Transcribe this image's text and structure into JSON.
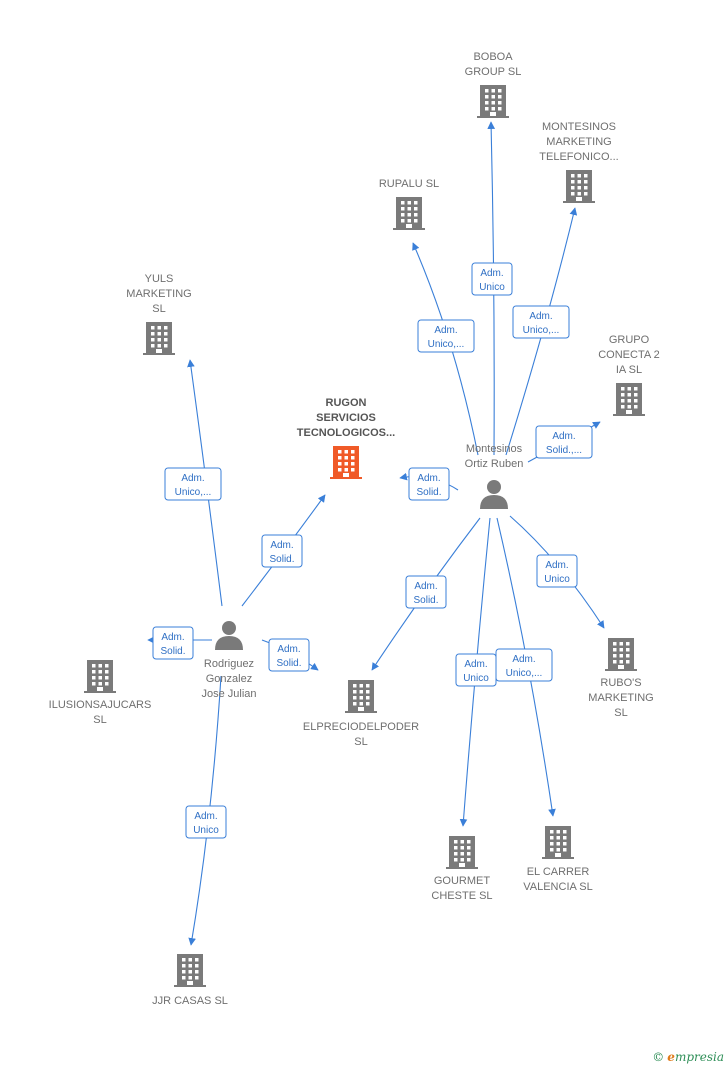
{
  "colors": {
    "company": "#7a7a7a",
    "company_main": "#f05a28",
    "person": "#7a7a7a",
    "edge": "#3a7fd8",
    "label": "#6f6f6f"
  },
  "nodes": [
    {
      "id": "boboa",
      "type": "company",
      "lines": [
        "BOBOA",
        "GROUP  SL"
      ]
    },
    {
      "id": "montesinos_mkt",
      "type": "company",
      "lines": [
        "MONTESINOS",
        "MARKETING",
        "TELEFONICO..."
      ]
    },
    {
      "id": "rupalu",
      "type": "company",
      "lines": [
        "RUPALU  SL"
      ]
    },
    {
      "id": "yuls",
      "type": "company",
      "lines": [
        "YULS",
        "MARKETING",
        "SL"
      ]
    },
    {
      "id": "grupo",
      "type": "company",
      "lines": [
        "GRUPO",
        "CONECTA 2",
        "IA  SL"
      ]
    },
    {
      "id": "rugon",
      "type": "company_main",
      "lines": [
        "RUGON",
        "SERVICIOS",
        "TECNOLOGICOS..."
      ]
    },
    {
      "id": "montesinos_p",
      "type": "person",
      "lines": [
        "Montesinos",
        "Ortiz Ruben"
      ]
    },
    {
      "id": "rodriguez",
      "type": "person",
      "lines": [
        "Rodriguez",
        "Gonzalez",
        "Jose Julian"
      ]
    },
    {
      "id": "ilusion",
      "type": "company",
      "lines": [
        "ILUSIONSAJUCARS",
        "SL"
      ]
    },
    {
      "id": "elprecio",
      "type": "company",
      "lines": [
        "ELPRECIODELPODER",
        "SL"
      ]
    },
    {
      "id": "rubos",
      "type": "company",
      "lines": [
        "RUBO'S",
        "MARKETING",
        "SL"
      ]
    },
    {
      "id": "gourmet",
      "type": "company",
      "lines": [
        "GOURMET",
        "CHESTE  SL"
      ]
    },
    {
      "id": "carrer",
      "type": "company",
      "lines": [
        "EL CARRER",
        "VALENCIA  SL"
      ]
    },
    {
      "id": "jjr",
      "type": "company",
      "lines": [
        "JJR CASAS  SL"
      ]
    }
  ],
  "edges": [
    {
      "from": "montesinos_p",
      "to": "boboa",
      "lines": [
        "Adm.",
        "Unico"
      ]
    },
    {
      "from": "montesinos_p",
      "to": "rupalu",
      "lines": [
        "Adm.",
        "Unico,..."
      ]
    },
    {
      "from": "montesinos_p",
      "to": "montesinos_mkt",
      "lines": [
        "Adm.",
        "Unico,..."
      ]
    },
    {
      "from": "montesinos_p",
      "to": "grupo",
      "lines": [
        "Adm.",
        "Solid.,..."
      ]
    },
    {
      "from": "montesinos_p",
      "to": "rugon",
      "lines": [
        "Adm.",
        "Solid."
      ]
    },
    {
      "from": "montesinos_p",
      "to": "elprecio",
      "lines": [
        "Adm.",
        "Solid."
      ]
    },
    {
      "from": "montesinos_p",
      "to": "rubos",
      "lines": [
        "Adm.",
        "Unico"
      ]
    },
    {
      "from": "montesinos_p",
      "to": "gourmet",
      "lines": [
        "Adm.",
        "Unico"
      ]
    },
    {
      "from": "montesinos_p",
      "to": "carrer",
      "lines": [
        "Adm.",
        "Unico,..."
      ]
    },
    {
      "from": "rodriguez",
      "to": "yuls",
      "lines": [
        "Adm.",
        "Unico,..."
      ]
    },
    {
      "from": "rodriguez",
      "to": "rugon",
      "lines": [
        "Adm.",
        "Solid."
      ]
    },
    {
      "from": "rodriguez",
      "to": "ilusion",
      "lines": [
        "Adm.",
        "Solid."
      ]
    },
    {
      "from": "rodriguez",
      "to": "elprecio",
      "lines": [
        "Adm.",
        "Solid."
      ]
    },
    {
      "from": "rodriguez",
      "to": "jjr",
      "lines": [
        "Adm.",
        "Unico"
      ]
    }
  ],
  "brand": {
    "copyright": "©",
    "initial": "e",
    "rest": "mpresia"
  }
}
